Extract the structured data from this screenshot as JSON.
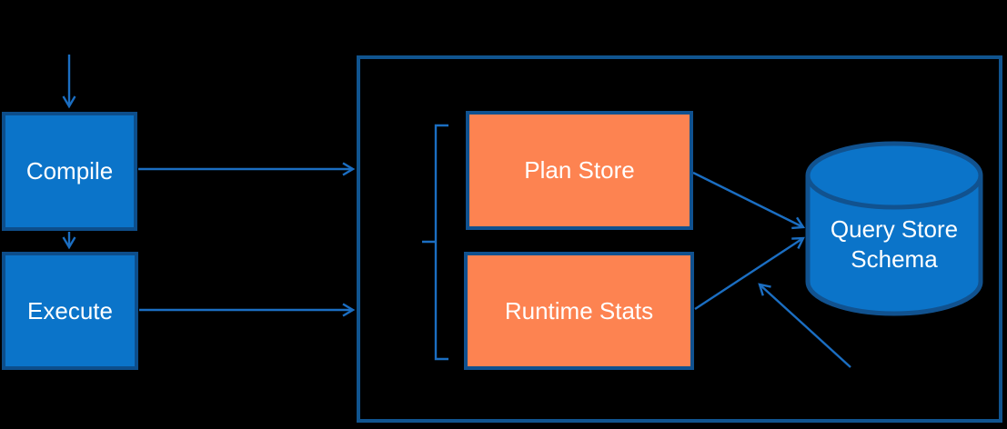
{
  "diagram": {
    "nodes": {
      "compile": {
        "label": "Compile"
      },
      "execute": {
        "label": "Execute"
      },
      "plan_store": {
        "label": "Plan Store"
      },
      "runtime_stats": {
        "label": "Runtime Stats"
      },
      "query_store_schema": {
        "label": "Query Store Schema"
      }
    },
    "edges": [
      {
        "from": "top-input",
        "to": "compile"
      },
      {
        "from": "compile",
        "to": "execute"
      },
      {
        "from": "compile",
        "to": "query-store-container"
      },
      {
        "from": "execute",
        "to": "query-store-container"
      },
      {
        "from": "plan-store",
        "to": "query-store-schema"
      },
      {
        "from": "runtime-stats",
        "to": "query-store-schema"
      },
      {
        "from": "bottom-right-offpage",
        "to": "query-store-schema"
      }
    ],
    "grouping": {
      "bracket_groups": [
        "Plan Store",
        "Runtime Stats"
      ]
    },
    "colors": {
      "background": "#000000",
      "process_fill": "#0B74C9",
      "process_border": "#0D4E8B",
      "store_fill": "#FD8351",
      "store_border": "#10518F",
      "container_border": "#10548F",
      "database_fill": "#0B74C9",
      "database_border": "#11528F",
      "connector": "#1B6EC2",
      "label_text": "#FFFFFF"
    }
  }
}
